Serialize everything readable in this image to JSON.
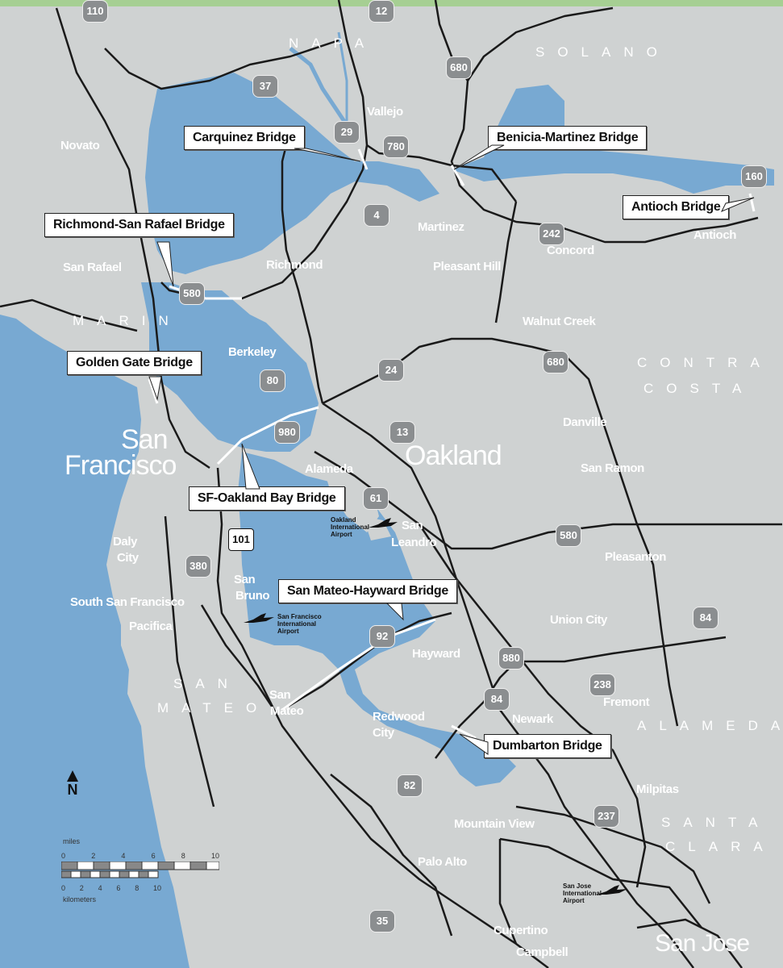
{
  "colors": {
    "land": "#cfd2d2",
    "water": "#78a9d2",
    "road": "#1a1a1a",
    "top_band": "#a6cf93"
  },
  "callouts": {
    "carquinez": "Carquinez Bridge",
    "benicia": "Benicia-Martinez Bridge",
    "antioch": "Antioch Bridge",
    "richmond": "Richmond-San Rafael Bridge",
    "golden_gate": "Golden Gate Bridge",
    "bay_bridge": "SF-Oakland Bay Bridge",
    "san_mateo": "San Mateo-Hayward Bridge",
    "dumbarton": "Dumbarton Bridge"
  },
  "counties": {
    "napa": "NAPA",
    "solano": "SOLANO",
    "marin": "MARIN",
    "contra_costa_1": "CONTRA",
    "contra_costa_2": "COSTA",
    "san_mateo_1": "SAN",
    "san_mateo_2": "MATEO",
    "alameda": "ALAMEDA",
    "santa_clara_1": "SANTA",
    "santa_clara_2": "CLARA"
  },
  "cities": {
    "novato": "Novato",
    "vallejo": "Vallejo",
    "martinez": "Martinez",
    "concord": "Concord",
    "antioch": "Antioch",
    "san_rafael": "San Rafael",
    "richmond": "Richmond",
    "pleasant_hill": "Pleasant Hill",
    "walnut_creek": "Walnut Creek",
    "berkeley": "Berkeley",
    "san_francisco_1": "San",
    "san_francisco_2": "Francisco",
    "oakland": "Oakland",
    "danville": "Danville",
    "san_ramon": "San Ramon",
    "alameda": "Alameda",
    "daly_city_1": "Daly",
    "daly_city_2": "City",
    "san_leandro_1": "San",
    "san_leandro_2": "Leandro",
    "pleasanton": "Pleasanton",
    "south_sf": "South San Francisco",
    "pacifica": "Pacifica",
    "san_bruno_1": "San",
    "san_bruno_2": "Bruno",
    "union_city": "Union City",
    "hayward": "Hayward",
    "san_mateo_1": "San",
    "san_mateo_2": "Mateo",
    "fremont": "Fremont",
    "redwood_city_1": "Redwood",
    "redwood_city_2": "City",
    "newark": "Newark",
    "milpitas": "Milpitas",
    "mountain_view": "Mountain View",
    "palo_alto": "Palo Alto",
    "cupertino": "Cupertino",
    "campbell": "Campbell",
    "san_jose": "San Jose"
  },
  "airports": {
    "oakland": [
      "Oakland",
      "International",
      "Airport"
    ],
    "sfo": [
      "San Francisco",
      "International",
      "Airport"
    ],
    "sjc": [
      "San Jose",
      "International",
      "Airport"
    ]
  },
  "shields": {
    "r110": "110",
    "r12": "12",
    "r37": "37",
    "r680n": "680",
    "r29": "29",
    "r780": "780",
    "r160": "160",
    "r4": "4",
    "r242": "242",
    "r580n": "580",
    "r24": "24",
    "r80": "80",
    "r680s": "680",
    "r13": "13",
    "r980": "980",
    "r61": "61",
    "r580e": "580",
    "r101": "101",
    "r380": "380",
    "r92": "92",
    "r880": "880",
    "r84e": "84",
    "r238": "238",
    "r84w": "84",
    "r82": "82",
    "r237": "237",
    "r35": "35"
  },
  "legend": {
    "north": "N",
    "miles_label": "miles",
    "miles_ticks": [
      "0",
      "2",
      "4",
      "6",
      "8",
      "10"
    ],
    "km_label": "kilometers",
    "km_ticks": [
      "0",
      "2",
      "4",
      "6",
      "8",
      "10"
    ]
  }
}
